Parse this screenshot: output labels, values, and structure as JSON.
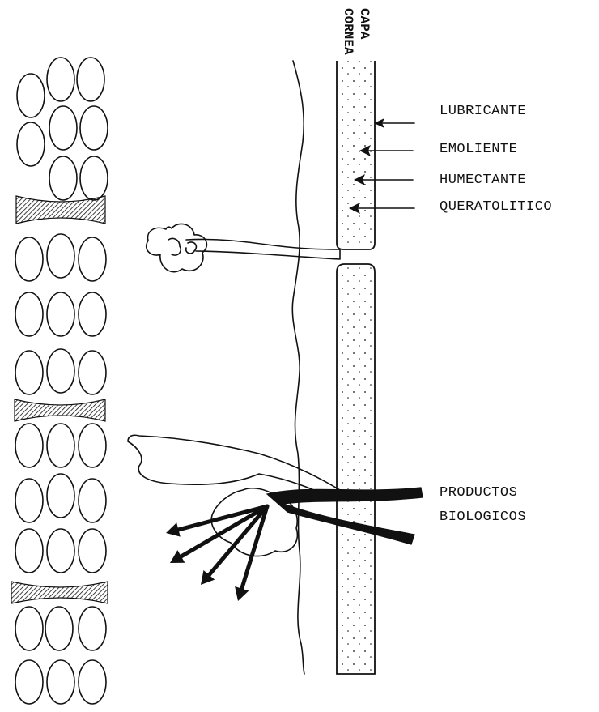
{
  "layer_label": [
    "CAPA",
    "CORNEA"
  ],
  "annotations": [
    {
      "key": "lubricante",
      "text": "LUBRICANTE"
    },
    {
      "key": "emoliente",
      "text": "EMOLIENTE"
    },
    {
      "key": "humectante",
      "text": "HUMECTANTE"
    },
    {
      "key": "queratolitico",
      "text": "QUERATOLITICO"
    }
  ],
  "products_label": [
    "PRODUCTOS",
    "BIOLOGICOS"
  ],
  "colors": {
    "ink": "#111111",
    "background": "#ffffff"
  }
}
